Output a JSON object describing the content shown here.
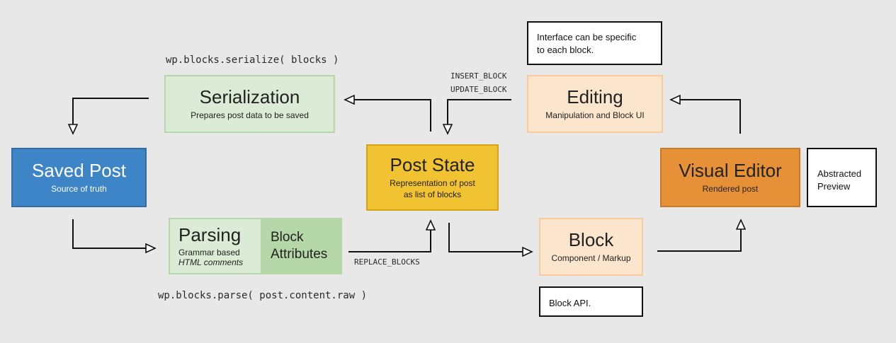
{
  "code": {
    "serialize": "wp.blocks.serialize( blocks )",
    "parse": "wp.blocks.parse( post.content.raw )",
    "insert_block": "INSERT_BLOCK",
    "update_block": "UPDATE_BLOCK",
    "replace_blocks": "REPLACE_BLOCKS"
  },
  "nodes": {
    "serialization": {
      "title": "Serialization",
      "subtitle": "Prepares post data to be saved"
    },
    "saved_post": {
      "title": "Saved Post",
      "subtitle": "Source of truth"
    },
    "parsing": {
      "title": "Parsing",
      "subtitle_1": "Grammar based",
      "subtitle_2": "HTML comments"
    },
    "block_attributes": {
      "line_1": "Block",
      "line_2": "Attributes"
    },
    "post_state": {
      "title": "Post State",
      "subtitle_1": "Representation of post",
      "subtitle_2": "as list of blocks"
    },
    "editing": {
      "title": "Editing",
      "subtitle": "Manipulation and Block UI"
    },
    "visual_editor": {
      "title": "Visual Editor",
      "subtitle": "Rendered post"
    },
    "block": {
      "title": "Block",
      "subtitle": "Component / Markup"
    }
  },
  "notes": {
    "interface_1": "Interface can be specific",
    "interface_2": "to each block.",
    "abstracted_1": "Abstracted",
    "abstracted_2": "Preview",
    "block_api": "Block API."
  },
  "colors": {
    "background": "#e8e8e8",
    "green_fill": "#dcebd5",
    "green_border": "#b6d7a8",
    "green_dark": "#b6d7a8",
    "blue": "#3d85c6",
    "yellow": "#f1c232",
    "peach_fill": "#fce5cd",
    "peach_border": "#f9cb9c",
    "orange": "#e69138"
  }
}
